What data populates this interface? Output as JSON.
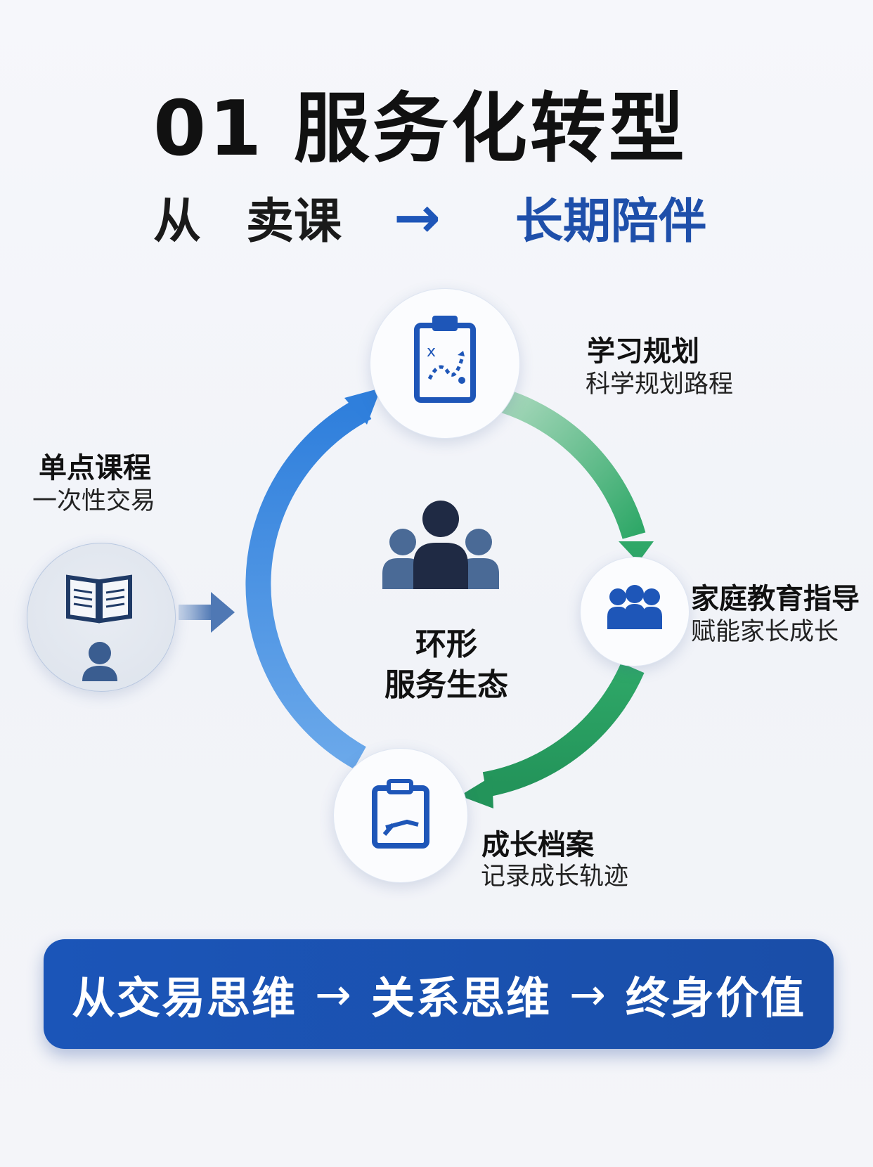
{
  "heading": "01 服务化转型",
  "subheading": {
    "from": "从",
    "old": "卖课",
    "arrow": "→",
    "new": "长期陪伴"
  },
  "center": {
    "line1": "环形",
    "line2": "服务生态"
  },
  "nodes": {
    "plan": {
      "title": "学习规划",
      "desc": "科学规划路程",
      "icon": "clipboard-plan-icon"
    },
    "family": {
      "title": "家庭教育指导",
      "desc": "赋能家长成长",
      "icon": "family-group-icon"
    },
    "archive": {
      "title": "成长档案",
      "desc": "记录成长轨迹",
      "icon": "growth-record-icon"
    },
    "course": {
      "title": "单点课程",
      "desc": "一次性交易",
      "icon": "book-student-icon"
    }
  },
  "banner": {
    "step1": "从交易思维",
    "arrow": "→",
    "step2": "关系思维",
    "step3": "终身价值"
  },
  "colors": {
    "blue": "#1e56b8",
    "blue_light": "#5b9be0",
    "green": "#2aa35f",
    "green_light": "#9ccfb0",
    "dark_navy": "#1f2a44",
    "banner": "#1b55b8"
  }
}
